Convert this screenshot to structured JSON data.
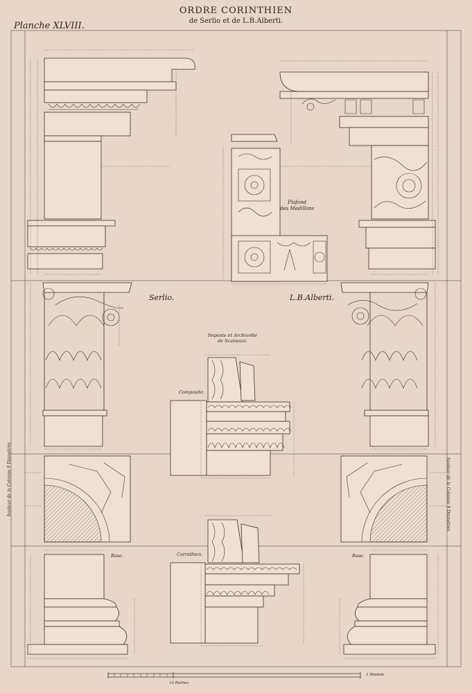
{
  "header": {
    "title": "ORDRE CORINTHIEN",
    "subtitle": "de Serlio et de L.B.Alberti.",
    "plate": "Planche XLVIII."
  },
  "labels": {
    "serlio": "Serlio.",
    "alberti": "L.B.Alberti.",
    "plafond": "Plafond\ndes Medillons",
    "imposte": "Imposte et Archivolte\nde Scamozzi.",
    "composite": "Composite.",
    "corinthien": "Corinthien.",
    "base_left": "Base.",
    "base_right": "Base.",
    "hauteur_left": "hauteur de la Colonne 9 Diamètres",
    "hauteur_right": "hauteur de la Colonne 9 Diamètres",
    "scale_left": "10 Parties",
    "scale_right": "1 Module"
  }
}
